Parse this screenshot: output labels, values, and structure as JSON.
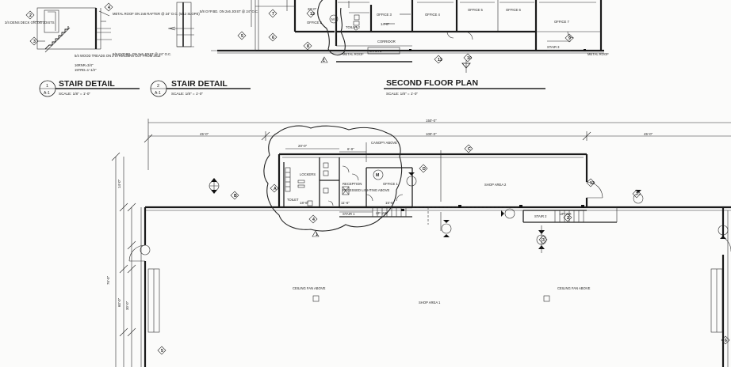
{
  "titles": {
    "stair1": "STAIR DETAIL",
    "stair1_scale": "SCALE: 1/8\" = 1'-0\"",
    "stair1_num": "1",
    "stair1_sheet": "A-1",
    "stair2": "STAIR DETAIL",
    "stair2_scale": "SCALE: 1/8\" = 1'-0\"",
    "stair2_num": "2",
    "stair2_sheet": "A-1",
    "second_floor": "SECOND FLOOR PLAN",
    "second_floor_scale": "SCALE: 1/8\" = 1'-0\""
  },
  "stair_detail_notes": {
    "deck": "3/4 DENS DECK ON 2x6 JOISTS",
    "roof": "METAL ROOF ON 2x6 RAFTER @ 24\" O.C. (5/12 SLOPE)",
    "treads": "5/4 WOOD TREADS ON 3 STRINGERS CUT FROM 2x12",
    "rise": "16RNR=3/4\"",
    "run": "15TRD=1'-1/2\"",
    "gyp1": "5/8 GYP.BD. ON 2x6 JOIST @ 24\" O.C.",
    "gyp2": "5/8 GYP.BD. ON 2x6 JOIST @ 24\" O.C."
  },
  "second_floor_rooms": {
    "office2": "OFFICE 2",
    "office3": "OFFICE 3",
    "office4": "OFFICE 4",
    "office5": "OFFICE 5",
    "office6": "OFFICE 6",
    "office7": "OFFICE 7",
    "toilet2": "TOILET 2",
    "corridor": "CORRIDOR",
    "metal_roof": "METAL ROOF",
    "metal_roof2": "METAL ROOF",
    "stair2": "STAIR 2",
    "stair3": "STAIR 3",
    "dim_20": "20'-0\"",
    "dim_14": "14'-8\""
  },
  "first_floor": {
    "overall": "150'-0\"",
    "left_dim": "45'-0\"",
    "mid_dim": "100'-0\"",
    "right_dim": "45'-0\"",
    "dim_20": "20'-0\"",
    "dim_6": "6'-0\"",
    "dim_18": "18'-6\"",
    "dim_15": "15'-6\"",
    "dim_11": "11'-6\"",
    "canopy": "CANOPY ABOVE",
    "lockers": "LOCKERS",
    "reception": "RECEPTION",
    "recessed": "RECESSED LIGHTING ABOVE",
    "office1": "OFFICE 1",
    "toilet": "TOILET",
    "stair1": "STAIR 1",
    "up": "UP 15R",
    "shop_area_2": "SHOP AREA 2",
    "stair2": "STAIR 2",
    "up2": "UP 15R",
    "shop_area_1": "SHOP AREA 1",
    "fan1": "CEILING FAN ABOVE",
    "fan2": "CEILING FAN ABOVE",
    "left_height": "76'-0\"",
    "dim_14": "14'-0\"",
    "dim_60": "60'-0\"",
    "dim_30": "30'-0\""
  },
  "tags": {
    "rev": "1",
    "a": "A",
    "b": "B",
    "c": "C",
    "d": "D",
    "n4": "4",
    "n2": "2",
    "n3": "3",
    "n5": "5",
    "n6": "6",
    "n7": "7",
    "n8": "8",
    "n9": "9",
    "n10": "10",
    "n11": "11",
    "n12": "12",
    "n13": "13",
    "m1": "M",
    "m2": "M"
  }
}
